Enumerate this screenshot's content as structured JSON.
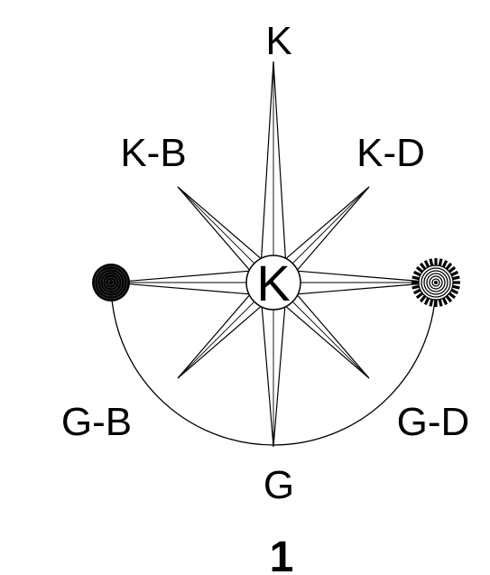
{
  "labels": {
    "top": "K",
    "top_left": "K-B",
    "top_right": "K-D",
    "bottom_left": "G-B",
    "bottom_right": "G-D",
    "bottom": "G",
    "center": "K"
  },
  "figure_number": "1",
  "colors": {
    "ink": "#000000",
    "background": "#ffffff"
  },
  "icons": {
    "left_marker": "filled-concentric-circle-icon",
    "right_marker": "sunburst-concentric-circle-icon"
  }
}
